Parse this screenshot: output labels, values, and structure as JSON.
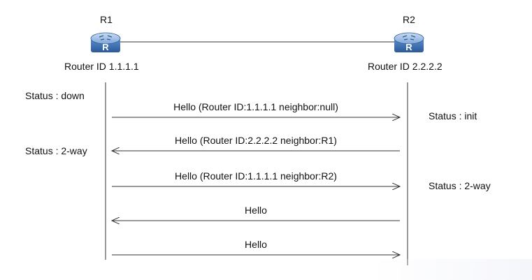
{
  "routers": [
    {
      "name": "R1",
      "router_id": "Router ID 1.1.1.1",
      "status_labels": [
        "Status : down",
        "Status : 2-way"
      ]
    },
    {
      "name": "R2",
      "router_id": "Router ID 2.2.2.2",
      "status_labels": [
        "Status : init",
        "Status : 2-way"
      ]
    }
  ],
  "messages": [
    {
      "label": "Hello (Router ID:1.1.1.1 neighbor:null)",
      "direction": "R1->R2"
    },
    {
      "label": "Hello (Router ID:2.2.2.2 neighbor:R1)",
      "direction": "R2->R1"
    },
    {
      "label": "Hello (Router ID:1.1.1.1 neighbor:R2)",
      "direction": "R1->R2"
    },
    {
      "label": "Hello",
      "direction": "R2->R1"
    },
    {
      "label": "Hello",
      "direction": "R1->R2"
    }
  ],
  "colors": {
    "router_body": "#3b6fb0",
    "router_top": "#8fb3e0",
    "line": "#333333"
  }
}
